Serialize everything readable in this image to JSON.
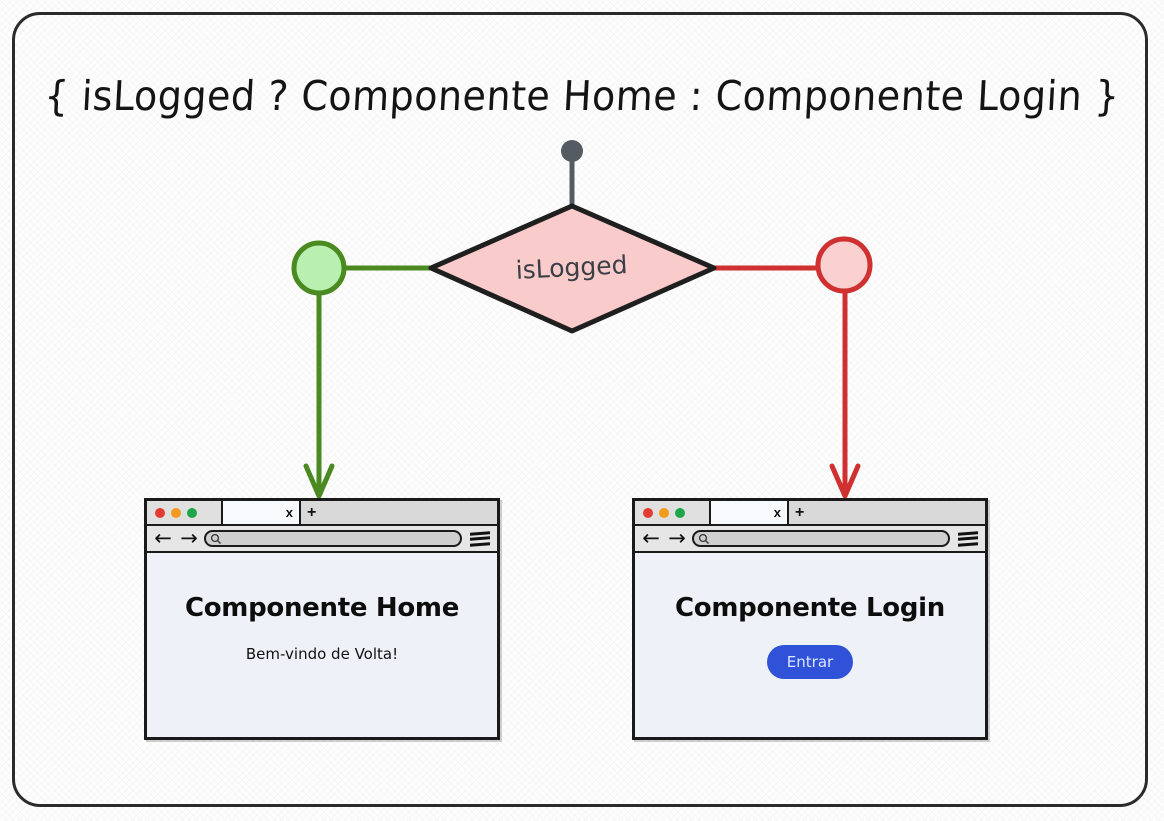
{
  "diagram": {
    "title": "{ isLogged ? Componente Home : Componente Login }",
    "start_node": {
      "name": "start-dot",
      "color": "#555b63"
    },
    "decision": {
      "label": "isLogged",
      "fill": "#f9cbcb",
      "stroke": "#1f1f1f"
    },
    "branches": [
      {
        "name": "true-branch",
        "node_label": "",
        "fill": "#b8f0b0",
        "stroke": "#4a8a21",
        "edge_color": "#4a8a21"
      },
      {
        "name": "false-branch",
        "node_label": "",
        "fill": "#fbd0d0",
        "stroke": "#cf3030",
        "edge_color": "#cf3030"
      }
    ]
  },
  "browsers": [
    {
      "id": "home",
      "traffic_lights": [
        "red",
        "orange",
        "green"
      ],
      "tab_close_label": "x",
      "tab_new_label": "+",
      "back_arrow": "←",
      "forward_arrow": "→",
      "search_icon": "🔍",
      "url_value": "",
      "url_placeholder": "",
      "menu_icon": "hamburger-icon",
      "heading": "Componente Home",
      "subtext": "Bem-vindo de Volta!",
      "button": null
    },
    {
      "id": "login",
      "traffic_lights": [
        "red",
        "orange",
        "green"
      ],
      "tab_close_label": "x",
      "tab_new_label": "+",
      "back_arrow": "←",
      "forward_arrow": "→",
      "search_icon": "🔍",
      "url_value": "",
      "url_placeholder": "",
      "menu_icon": "hamburger-icon",
      "heading": "Componente Login",
      "subtext": "",
      "button": {
        "label": "Entrar",
        "color": "#2f52d8",
        "text_color": "#dfe6ff"
      }
    }
  ],
  "colors": {
    "canvas_bg": "#fdfdfd",
    "frame_stroke": "#2b2b2b",
    "viewport_bg": "#eef2f8",
    "chrome_bg": "#e0e0e0"
  }
}
